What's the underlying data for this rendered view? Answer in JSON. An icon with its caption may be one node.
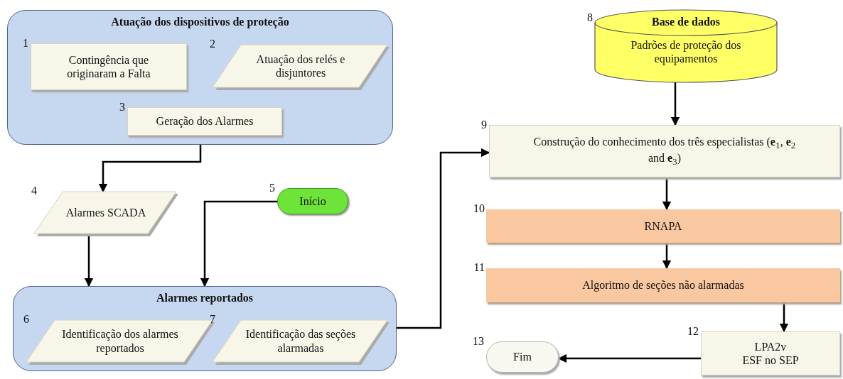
{
  "diagram": {
    "nodes": [
      {
        "text": [
          "Atuação dos dispositivos de proteção"
        ]
      },
      {
        "text": [
          "Contingência que originaram a Falta"
        ],
        "in": 0,
        "beside": [
          "1"
        ]
      },
      {
        "text": [
          "Atuação dos relés e disjuntores"
        ],
        "in": 0,
        "beside": [
          "2"
        ]
      },
      {
        "text": [
          "Geração dos Alarmes"
        ],
        "in": 0,
        "beside": [
          "3"
        ]
      },
      {
        "text": [
          "Alarmes SCADA"
        ],
        "beside": [
          "4"
        ]
      },
      {
        "text": [
          "Início"
        ],
        "beside": [
          "5"
        ]
      },
      {
        "text": [
          "Alarmes reportados"
        ]
      },
      {
        "text": [
          "Identificação dos alarmes reportados"
        ],
        "in": 6,
        "beside": [
          "6"
        ]
      },
      {
        "text": [
          "Identificação das seções alarmadas"
        ],
        "in": 6,
        "beside": [
          "7"
        ]
      },
      {
        "text": [
          "Base de dados",
          "Padrões de proteção dos equipamentos"
        ],
        "beside": [
          "8"
        ]
      },
      {
        "text": [
          "Construção do conhecimento dos três especialistas (**e**$_{1}$, **e**$_{2}$ and **e**$_{3}$)"
        ],
        "beside": [
          "9"
        ]
      },
      {
        "text": [
          "RNAPA"
        ],
        "beside": [
          "10"
        ]
      },
      {
        "text": [
          "Algoritmo de seções não alarmadas"
        ],
        "beside": [
          "11"
        ]
      },
      {
        "text": [
          "LPA2v",
          "ESF no SEP"
        ],
        "beside": [
          "12"
        ]
      },
      {
        "text": [
          "Fim"
        ],
        "beside": [
          "13"
        ]
      }
    ],
    "edges": [
      {
        "from": 0,
        "to": 4,
        "arrow": "to"
      },
      {
        "from": 4,
        "to": 6,
        "arrow": "to"
      },
      {
        "from": 5,
        "to": 6,
        "arrow": "to"
      },
      {
        "from": 6,
        "to": 10,
        "arrow": "to"
      },
      {
        "from": 9,
        "to": 10,
        "arrow": "to"
      },
      {
        "from": 10,
        "to": 11,
        "arrow": "to"
      },
      {
        "from": 11,
        "to": 12,
        "arrow": "to"
      },
      {
        "from": 12,
        "to": 13,
        "arrow": "to"
      },
      {
        "from": 13,
        "to": 14,
        "arrow": "to"
      }
    ]
  }
}
